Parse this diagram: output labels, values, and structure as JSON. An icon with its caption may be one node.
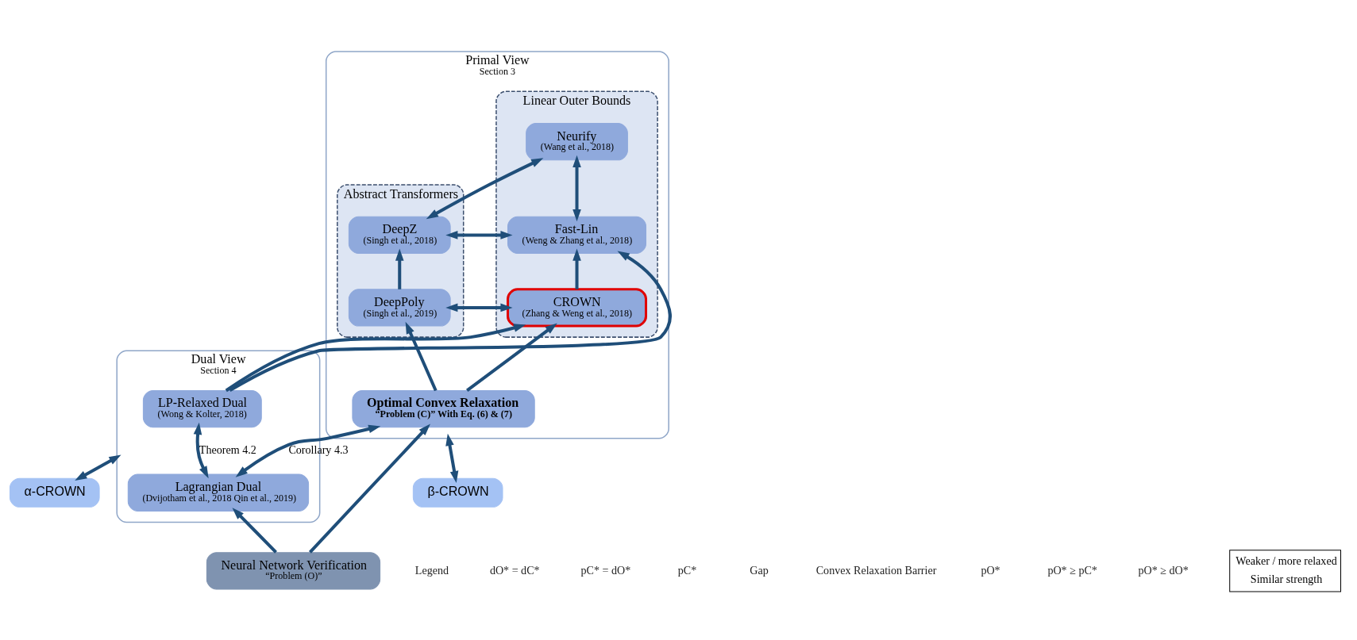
{
  "diagram": {
    "nodes": [
      {
        "text": [
          "Primal View",
          "Section 3"
        ]
      },
      {
        "text": [
          "Abstract Transformers"
        ],
        "in": 0
      },
      {
        "text": [
          "DeepZ",
          "(Singh et al., 2018)"
        ],
        "in": 1
      },
      {
        "text": [
          "DeepPoly",
          "(Singh et al., 2019)"
        ],
        "in": 1
      },
      {
        "text": [
          "Linear Outer Bounds"
        ],
        "in": 0
      },
      {
        "text": [
          "Neurify",
          "(Wang et al., 2018)"
        ],
        "in": 4
      },
      {
        "text": [
          "Fast-Lin",
          "(Weng & Zhang et al., 2018)"
        ],
        "in": 4
      },
      {
        "text": [
          "CROWN",
          "(Zhang & Weng et al., 2018)"
        ],
        "in": 4
      },
      {
        "text": [
          "Optimal Convex Relaxation",
          "“Problem (C)” With Eq. (6) & (7)"
        ],
        "in": 0
      },
      {
        "text": [
          "Dual View",
          "Section 4"
        ]
      },
      {
        "text": [
          "LP-Relaxed Dual",
          "(Wong & Kolter, 2018)"
        ],
        "in": 9
      },
      {
        "text": [
          "Lagrangian Dual",
          "(Dvijotham et al., 2018 Qin et al., 2019)"
        ],
        "in": 9
      },
      {
        "text": [
          "Neural Network Verification",
          "“Problem (O)”"
        ]
      },
      {
        "text": [
          "β-CROWN"
        ]
      },
      {
        "text": [
          "α-CROWN"
        ]
      }
    ],
    "edges": [
      {
        "from": 3,
        "to": 2,
        "arrow": "to"
      },
      {
        "from": 2,
        "to": 5,
        "arrow": "both"
      },
      {
        "from": 2,
        "to": 6,
        "arrow": "both"
      },
      {
        "from": 3,
        "to": 7,
        "arrow": "both"
      },
      {
        "from": 5,
        "to": 6,
        "arrow": "both"
      },
      {
        "from": 7,
        "to": 6,
        "arrow": "to"
      },
      {
        "from": 8,
        "to": 3,
        "arrow": "to"
      },
      {
        "from": 8,
        "to": 7,
        "arrow": "to"
      },
      {
        "from": 10,
        "to": 6,
        "arrow": "to"
      },
      {
        "from": 10,
        "to": 7,
        "arrow": "to"
      },
      {
        "from": 11,
        "to": 10,
        "arrow": "both",
        "label": "Theorem 4.2"
      },
      {
        "from": 8,
        "to": 11,
        "arrow": "both",
        "label": "Corollary 4.3"
      },
      {
        "from": 12,
        "to": 8,
        "arrow": "to"
      },
      {
        "from": 12,
        "to": 11,
        "arrow": "to"
      },
      {
        "from": 13,
        "to": 0,
        "arrow": "both"
      },
      {
        "from": 14,
        "to": 9,
        "arrow": "both"
      }
    ],
    "labels": [
      "Legend",
      "dO* = dC*",
      "pC* = dO*",
      "pC*",
      "Gap",
      "Convex Relaxation Barrier",
      "pO*",
      "pO* ≥ pC*",
      "pO* ≥ dO*"
    ],
    "legend": [
      {
        "text": "Weaker / more relaxed"
      },
      {
        "text": "Similar strength"
      }
    ]
  }
}
